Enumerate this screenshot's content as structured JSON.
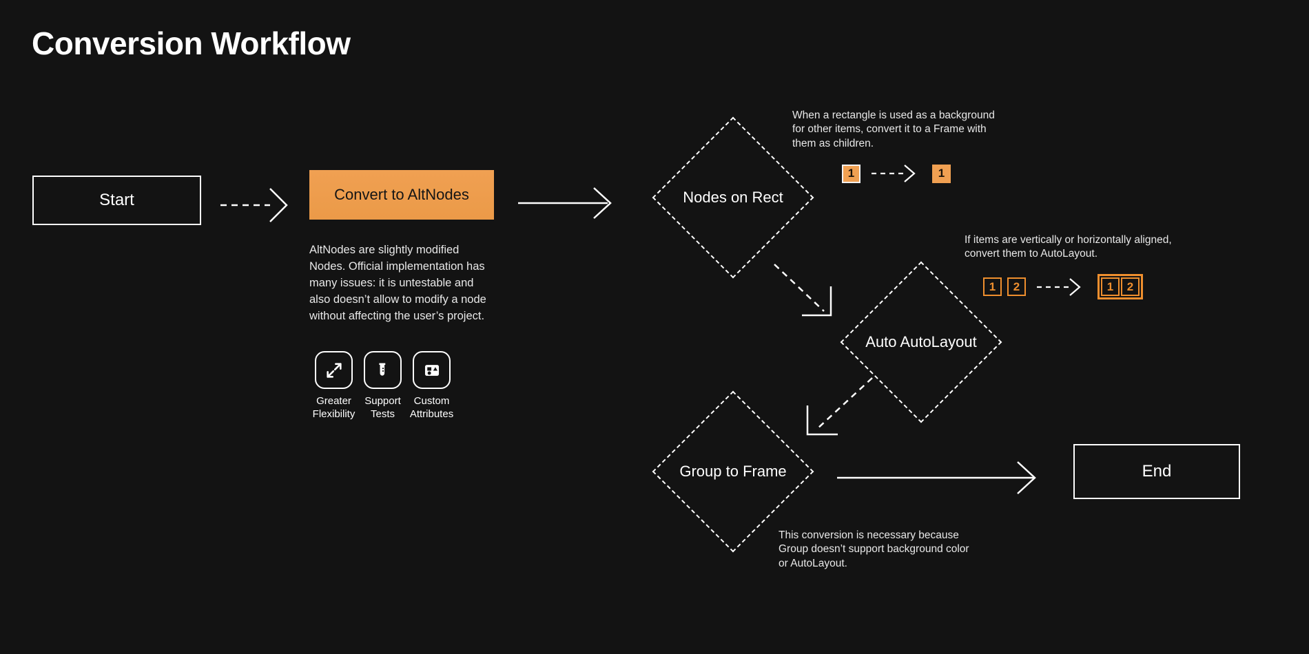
{
  "page": {
    "title": "Conversion Workflow",
    "background_color": "#131313",
    "accent_color": "#f0a052",
    "text_color": "#ffffff"
  },
  "nodes": {
    "start": {
      "label": "Start"
    },
    "convert": {
      "label": "Convert to AltNodes"
    },
    "nodes_on_rect": {
      "label": "Nodes on Rect"
    },
    "auto_autolayout": {
      "label": "Auto AutoLayout"
    },
    "group_to_frame": {
      "label": "Group to Frame"
    },
    "end": {
      "label": "End"
    }
  },
  "descriptions": {
    "altnodes": "AltNodes are slightly modified Nodes. Official implementation has many issues: it is untestable and also doesn’t allow to modify a node without affecting the user’s project.",
    "nodes_on_rect": "When a rectangle is used as a background for other items, convert it to a Frame with them as children.",
    "auto_autolayout": "If items are vertically or horizontally aligned, convert them to AutoLayout.",
    "group_to_frame": "This conversion is necessary because Group doesn’t support background color or AutoLayout."
  },
  "features": [
    {
      "icon": "expand-arrows-icon",
      "caption": "Greater Flexibility"
    },
    {
      "icon": "test-tube-icon",
      "caption": "Support Tests"
    },
    {
      "icon": "shapes-icon",
      "caption": "Custom Attributes"
    }
  ],
  "badges": {
    "rect_before": [
      "1"
    ],
    "rect_after": [
      "1"
    ],
    "autolayout_before": [
      "1",
      "2"
    ],
    "autolayout_after": [
      "1",
      "2"
    ]
  },
  "connectors": [
    {
      "from": "start",
      "to": "convert",
      "style": "dashed"
    },
    {
      "from": "convert",
      "to": "nodes_on_rect",
      "style": "solid"
    },
    {
      "from": "nodes_on_rect",
      "to": "auto_autolayout",
      "style": "dashed"
    },
    {
      "from": "auto_autolayout",
      "to": "group_to_frame",
      "style": "dashed"
    },
    {
      "from": "group_to_frame",
      "to": "end",
      "style": "solid"
    },
    {
      "from": "rect_before",
      "to": "rect_after",
      "style": "dashed"
    },
    {
      "from": "autolayout_before",
      "to": "autolayout_after",
      "style": "dashed"
    }
  ]
}
